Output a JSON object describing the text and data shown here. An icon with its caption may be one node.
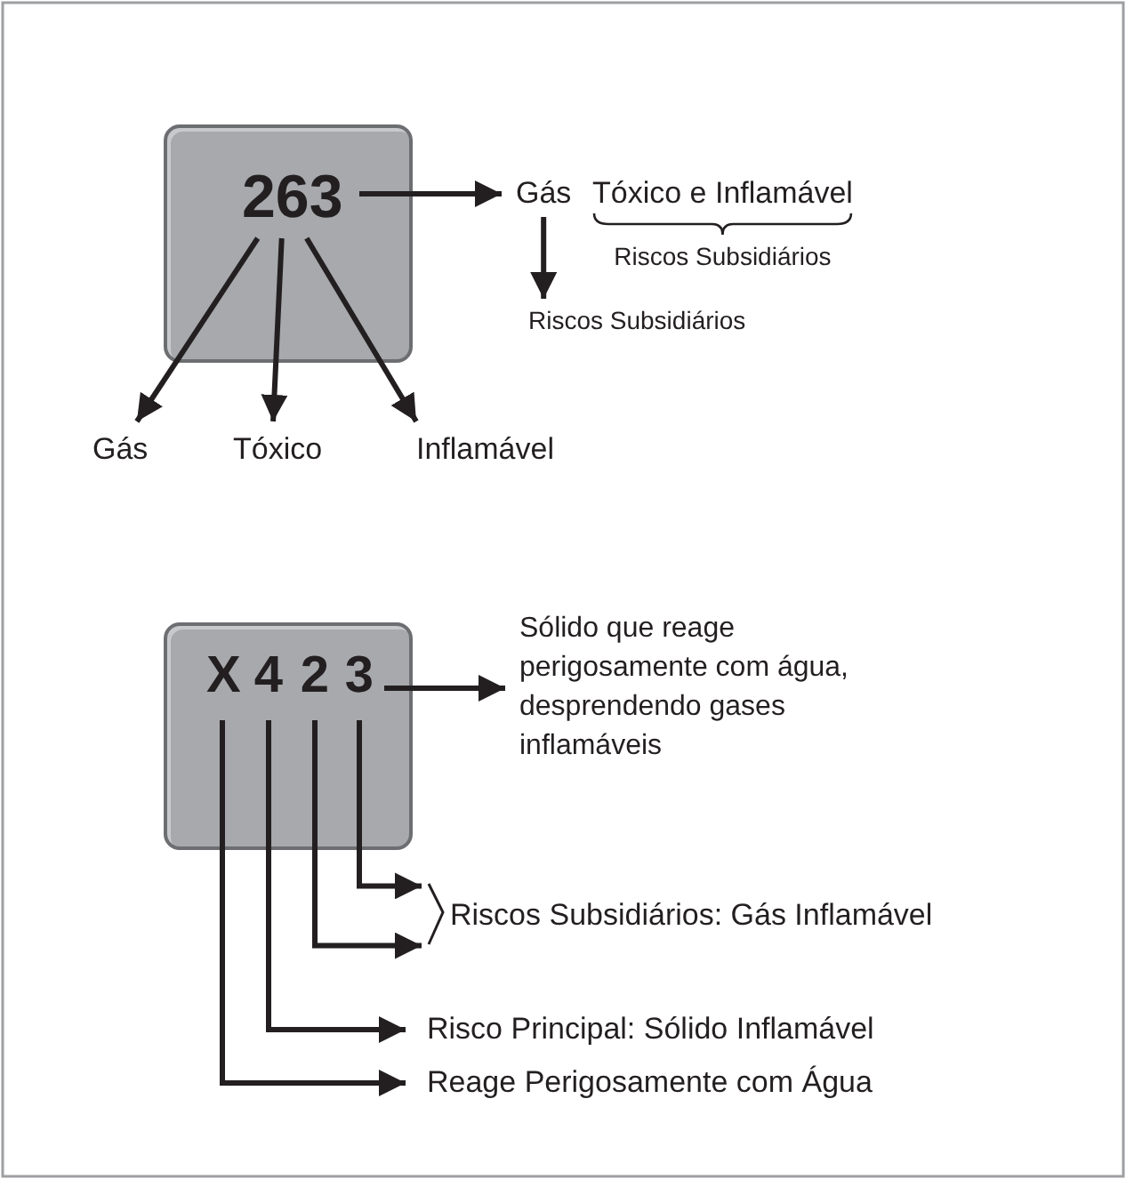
{
  "diagram": {
    "nodes": [
      {
        "text": [],
        "shape": "box"
      },
      {
        "text": [
          "263"
        ],
        "in": 0
      },
      {
        "text": [
          "Gás"
        ]
      },
      {
        "text": [
          "Tóxico e Inflamável"
        ]
      },
      {
        "text": [
          "Riscos Subsidiários"
        ]
      },
      {
        "text": [
          "Gás"
        ]
      },
      {
        "text": [
          "Tóxico"
        ]
      },
      {
        "text": [
          "Inflamável"
        ]
      },
      {
        "text": [],
        "shape": "box"
      },
      {
        "text": [
          "X"
        ],
        "in": 8
      },
      {
        "text": [
          "4"
        ],
        "in": 8
      },
      {
        "text": [
          "2"
        ],
        "in": 8
      },
      {
        "text": [
          "3"
        ],
        "in": 8
      },
      {
        "text": [
          "Sólido que reage perigosamente com água, desprendendo gases inflamáveis"
        ]
      },
      {
        "text": [
          "Riscos Subsidiários: Gás Inflamável"
        ]
      },
      {
        "text": [
          "Risco Principal: Sólido Inflamável"
        ]
      },
      {
        "text": [
          "Reage Perigosamente com Água"
        ]
      }
    ],
    "edges": [
      {
        "from": 1,
        "to": 2,
        "arrow": "to"
      },
      {
        "from": 2,
        "to": 4,
        "arrow": "to"
      },
      {
        "from": 1,
        "to": 5,
        "arrow": "to"
      },
      {
        "from": 1,
        "to": 6,
        "arrow": "to"
      },
      {
        "from": 1,
        "to": 7,
        "arrow": "to"
      },
      {
        "from": 12,
        "to": 13,
        "arrow": "to"
      },
      {
        "from": 12,
        "to": 14,
        "arrow": "to"
      },
      {
        "from": 11,
        "to": 14,
        "arrow": "to"
      },
      {
        "from": 10,
        "to": 15,
        "arrow": "to"
      },
      {
        "from": 9,
        "to": 16,
        "arrow": "to"
      }
    ],
    "labels": [
      "Riscos Subsidiários"
    ]
  }
}
